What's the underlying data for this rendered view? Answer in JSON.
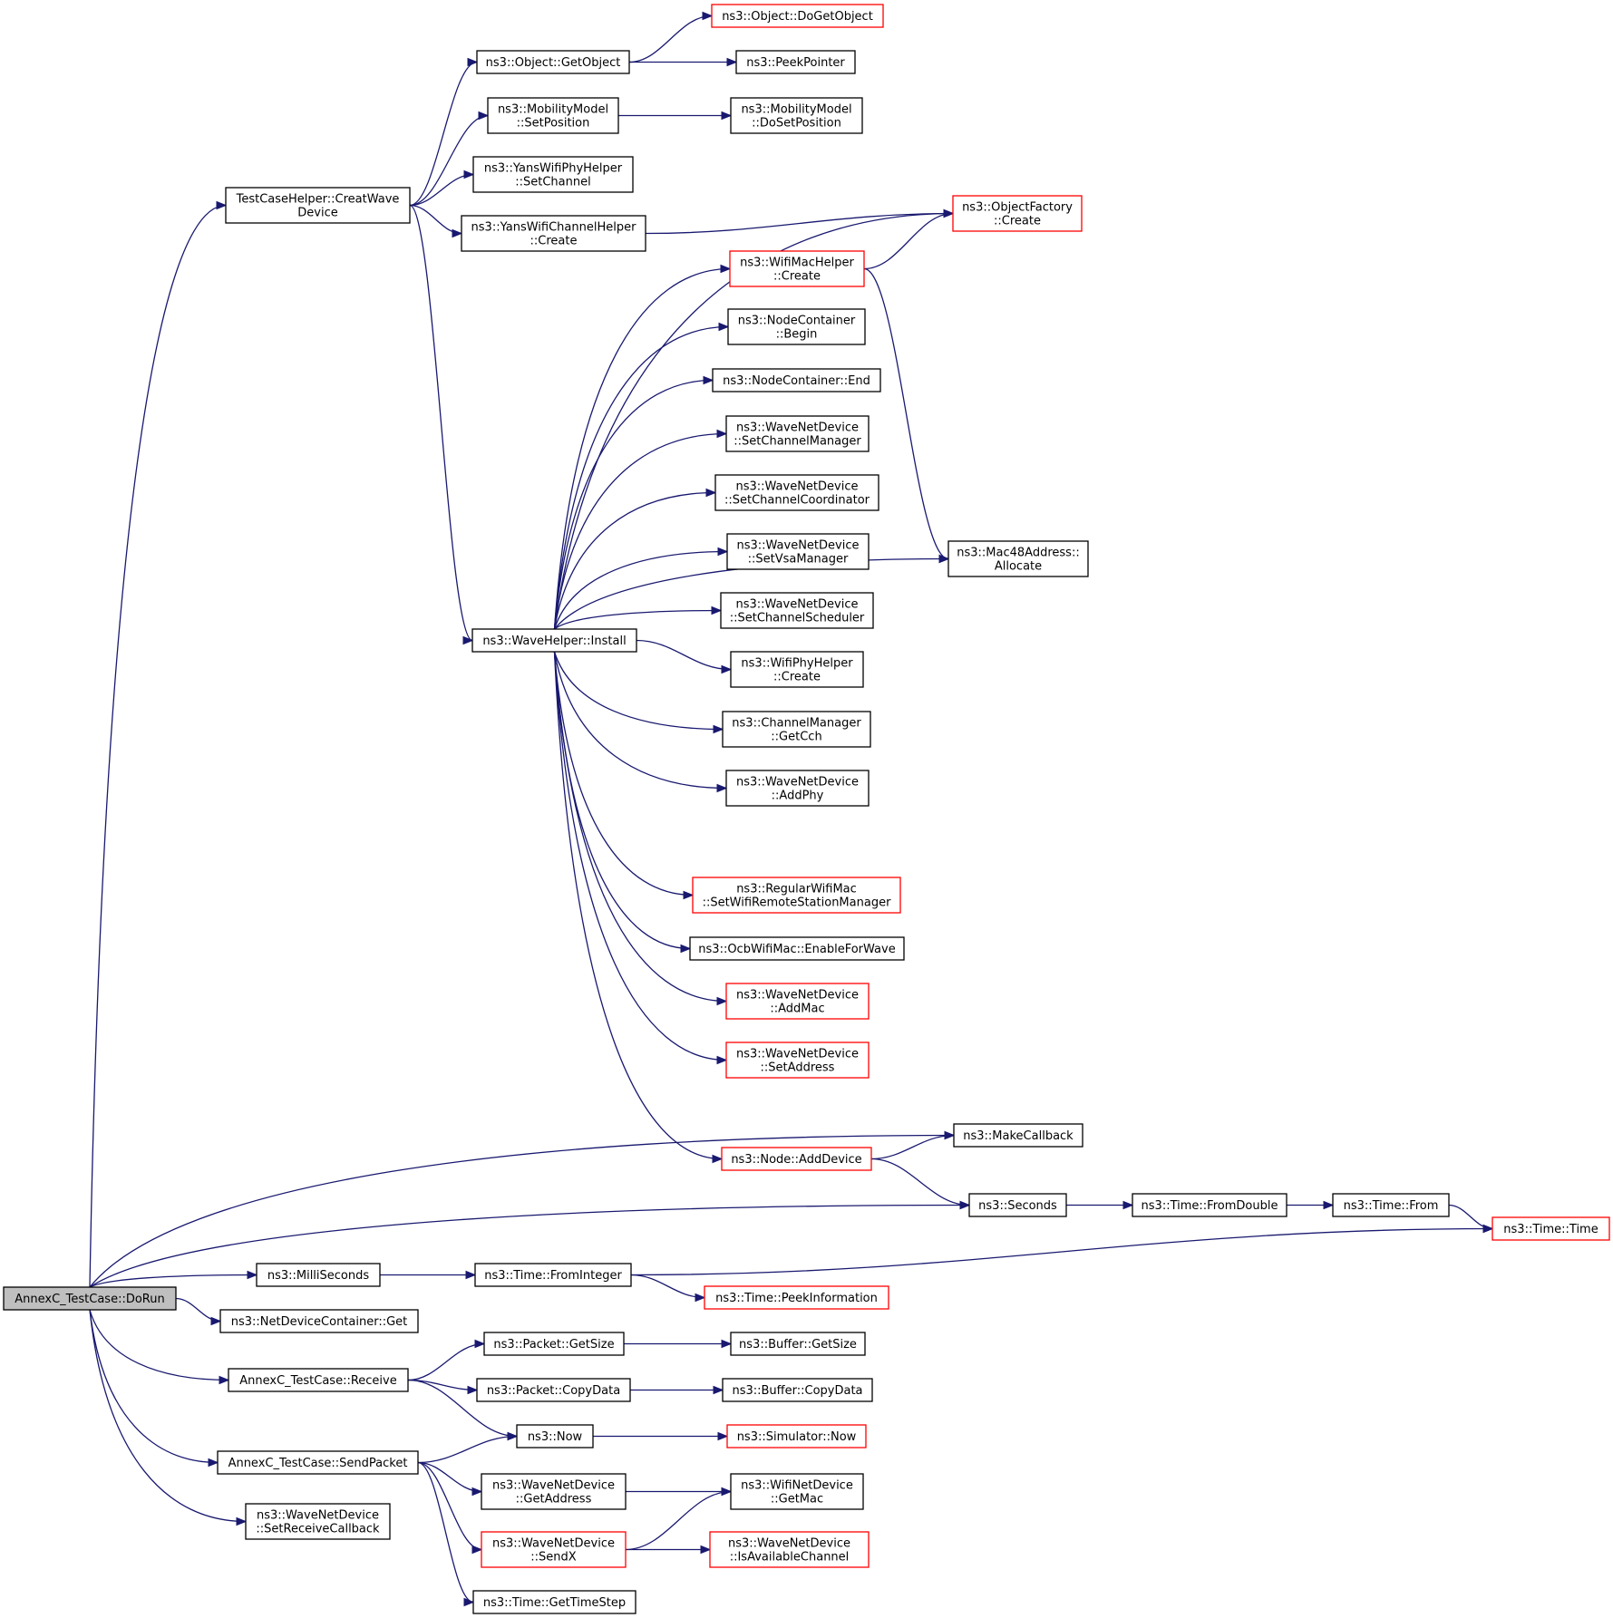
{
  "colors": {
    "edge": "#191970",
    "node_border": "#000000",
    "node_border_missing_docs": "#ff0000",
    "root_fill": "#bfbfbf",
    "background": "#ffffff"
  },
  "nodes": [
    {
      "id": "doRun",
      "lines": [
        "AnnexC_TestCase::DoRun"
      ],
      "root": true
    },
    {
      "id": "creatWave",
      "lines": [
        "TestCaseHelper::CreatWave",
        "Device"
      ]
    },
    {
      "id": "getObject",
      "lines": [
        "ns3::Object::GetObject"
      ]
    },
    {
      "id": "doGetObject",
      "lines": [
        "ns3::Object::DoGetObject"
      ],
      "red": true
    },
    {
      "id": "peekPointer",
      "lines": [
        "ns3::PeekPointer"
      ]
    },
    {
      "id": "mmSetPos",
      "lines": [
        "ns3::MobilityModel",
        "::SetPosition"
      ]
    },
    {
      "id": "mmDoSetPos",
      "lines": [
        "ns3::MobilityModel",
        "::DoSetPosition"
      ]
    },
    {
      "id": "ywphSetChannel",
      "lines": [
        "ns3::YansWifiPhyHelper",
        "::SetChannel"
      ]
    },
    {
      "id": "ywchCreate",
      "lines": [
        "ns3::YansWifiChannelHelper",
        "::Create"
      ]
    },
    {
      "id": "objFactory",
      "lines": [
        "ns3::ObjectFactory",
        "::Create"
      ],
      "red": true
    },
    {
      "id": "wmhCreate",
      "lines": [
        "ns3::WifiMacHelper",
        "::Create"
      ],
      "red": true
    },
    {
      "id": "ncBegin",
      "lines": [
        "ns3::NodeContainer",
        "::Begin"
      ]
    },
    {
      "id": "ncEnd",
      "lines": [
        "ns3::NodeContainer::End"
      ]
    },
    {
      "id": "wndSetCM",
      "lines": [
        "ns3::WaveNetDevice",
        "::SetChannelManager"
      ]
    },
    {
      "id": "wndSetCC",
      "lines": [
        "ns3::WaveNetDevice",
        "::SetChannelCoordinator"
      ]
    },
    {
      "id": "wndSetVsa",
      "lines": [
        "ns3::WaveNetDevice",
        "::SetVsaManager"
      ]
    },
    {
      "id": "wndSetCS",
      "lines": [
        "ns3::WaveNetDevice",
        "::SetChannelScheduler"
      ]
    },
    {
      "id": "whInstall",
      "lines": [
        "ns3::WaveHelper::Install"
      ]
    },
    {
      "id": "wphCreate",
      "lines": [
        "ns3::WifiPhyHelper",
        "::Create"
      ]
    },
    {
      "id": "cmGetCch",
      "lines": [
        "ns3::ChannelManager",
        "::GetCch"
      ]
    },
    {
      "id": "wndAddPhy",
      "lines": [
        "ns3::WaveNetDevice",
        "::AddPhy"
      ]
    },
    {
      "id": "mac48",
      "lines": [
        "ns3::Mac48Address::",
        "Allocate"
      ]
    },
    {
      "id": "rwmSet",
      "lines": [
        "ns3::RegularWifiMac",
        "::SetWifiRemoteStationManager"
      ],
      "red": true
    },
    {
      "id": "ocbEnable",
      "lines": [
        "ns3::OcbWifiMac::EnableForWave"
      ]
    },
    {
      "id": "wndAddMac",
      "lines": [
        "ns3::WaveNetDevice",
        "::AddMac"
      ],
      "red": true
    },
    {
      "id": "wndSetAddr",
      "lines": [
        "ns3::WaveNetDevice",
        "::SetAddress"
      ],
      "red": true
    },
    {
      "id": "makeCallback",
      "lines": [
        "ns3::MakeCallback"
      ]
    },
    {
      "id": "nodeAddDevice",
      "lines": [
        "ns3::Node::AddDevice"
      ],
      "red": true
    },
    {
      "id": "seconds",
      "lines": [
        "ns3::Seconds"
      ]
    },
    {
      "id": "fromDouble",
      "lines": [
        "ns3::Time::FromDouble"
      ]
    },
    {
      "id": "timeFrom",
      "lines": [
        "ns3::Time::From"
      ]
    },
    {
      "id": "timeTime",
      "lines": [
        "ns3::Time::Time"
      ],
      "red": true
    },
    {
      "id": "milliSeconds",
      "lines": [
        "ns3::MilliSeconds"
      ]
    },
    {
      "id": "fromInteger",
      "lines": [
        "ns3::Time::FromInteger"
      ]
    },
    {
      "id": "peekInfo",
      "lines": [
        "ns3::Time::PeekInformation"
      ],
      "red": true
    },
    {
      "id": "ndcGet",
      "lines": [
        "ns3::NetDeviceContainer::Get"
      ]
    },
    {
      "id": "receive",
      "lines": [
        "AnnexC_TestCase::Receive"
      ]
    },
    {
      "id": "pktGetSize",
      "lines": [
        "ns3::Packet::GetSize"
      ]
    },
    {
      "id": "bufGetSize",
      "lines": [
        "ns3::Buffer::GetSize"
      ]
    },
    {
      "id": "pktCopy",
      "lines": [
        "ns3::Packet::CopyData"
      ]
    },
    {
      "id": "bufCopy",
      "lines": [
        "ns3::Buffer::CopyData"
      ]
    },
    {
      "id": "now",
      "lines": [
        "ns3::Now"
      ]
    },
    {
      "id": "simNow",
      "lines": [
        "ns3::Simulator::Now"
      ],
      "red": true
    },
    {
      "id": "sendPacket",
      "lines": [
        "AnnexC_TestCase::SendPacket"
      ]
    },
    {
      "id": "wndGetAddr",
      "lines": [
        "ns3::WaveNetDevice",
        "::GetAddress"
      ]
    },
    {
      "id": "wifiGetMac",
      "lines": [
        "ns3::WifiNetDevice",
        "::GetMac"
      ]
    },
    {
      "id": "wndSendX",
      "lines": [
        "ns3::WaveNetDevice",
        "::SendX"
      ],
      "red": true
    },
    {
      "id": "wndIsAvail",
      "lines": [
        "ns3::WaveNetDevice",
        "::IsAvailableChannel"
      ],
      "red": true
    },
    {
      "id": "wndSetRecv",
      "lines": [
        "ns3::WaveNetDevice",
        "::SetReceiveCallback"
      ]
    },
    {
      "id": "getTimeStep",
      "lines": [
        "ns3::Time::GetTimeStep"
      ]
    }
  ],
  "edges": [
    [
      "doRun",
      "creatWave"
    ],
    [
      "doRun",
      "makeCallback"
    ],
    [
      "doRun",
      "seconds"
    ],
    [
      "doRun",
      "milliSeconds"
    ],
    [
      "doRun",
      "ndcGet"
    ],
    [
      "doRun",
      "receive"
    ],
    [
      "doRun",
      "sendPacket"
    ],
    [
      "doRun",
      "wndSetRecv"
    ],
    [
      "creatWave",
      "getObject"
    ],
    [
      "creatWave",
      "mmSetPos"
    ],
    [
      "creatWave",
      "ywphSetChannel"
    ],
    [
      "creatWave",
      "ywchCreate"
    ],
    [
      "creatWave",
      "whInstall"
    ],
    [
      "getObject",
      "doGetObject"
    ],
    [
      "getObject",
      "peekPointer"
    ],
    [
      "mmSetPos",
      "mmDoSetPos"
    ],
    [
      "ywchCreate",
      "objFactory"
    ],
    [
      "whInstall",
      "objFactory"
    ],
    [
      "whInstall",
      "wmhCreate"
    ],
    [
      "whInstall",
      "ncBegin"
    ],
    [
      "whInstall",
      "ncEnd"
    ],
    [
      "whInstall",
      "wndSetCM"
    ],
    [
      "whInstall",
      "wndSetCC"
    ],
    [
      "whInstall",
      "wndSetVsa"
    ],
    [
      "whInstall",
      "wndSetCS"
    ],
    [
      "whInstall",
      "wphCreate"
    ],
    [
      "whInstall",
      "cmGetCch"
    ],
    [
      "whInstall",
      "wndAddPhy"
    ],
    [
      "whInstall",
      "mac48"
    ],
    [
      "whInstall",
      "rwmSet"
    ],
    [
      "whInstall",
      "ocbEnable"
    ],
    [
      "whInstall",
      "wndAddMac"
    ],
    [
      "whInstall",
      "wndSetAddr"
    ],
    [
      "whInstall",
      "nodeAddDevice"
    ],
    [
      "wmhCreate",
      "objFactory"
    ],
    [
      "wmhCreate",
      "mac48"
    ],
    [
      "nodeAddDevice",
      "makeCallback"
    ],
    [
      "nodeAddDevice",
      "seconds"
    ],
    [
      "seconds",
      "fromDouble"
    ],
    [
      "fromDouble",
      "timeFrom"
    ],
    [
      "timeFrom",
      "timeTime"
    ],
    [
      "milliSeconds",
      "fromInteger"
    ],
    [
      "fromInteger",
      "timeTime"
    ],
    [
      "fromInteger",
      "peekInfo"
    ],
    [
      "receive",
      "pktGetSize"
    ],
    [
      "receive",
      "pktCopy"
    ],
    [
      "receive",
      "now"
    ],
    [
      "pktGetSize",
      "bufGetSize"
    ],
    [
      "pktCopy",
      "bufCopy"
    ],
    [
      "now",
      "simNow"
    ],
    [
      "sendPacket",
      "now"
    ],
    [
      "sendPacket",
      "wndGetAddr"
    ],
    [
      "sendPacket",
      "wndSendX"
    ],
    [
      "sendPacket",
      "getTimeStep"
    ],
    [
      "wndGetAddr",
      "wifiGetMac"
    ],
    [
      "wndSendX",
      "wifiGetMac"
    ],
    [
      "wndSendX",
      "wndIsAvail"
    ]
  ]
}
